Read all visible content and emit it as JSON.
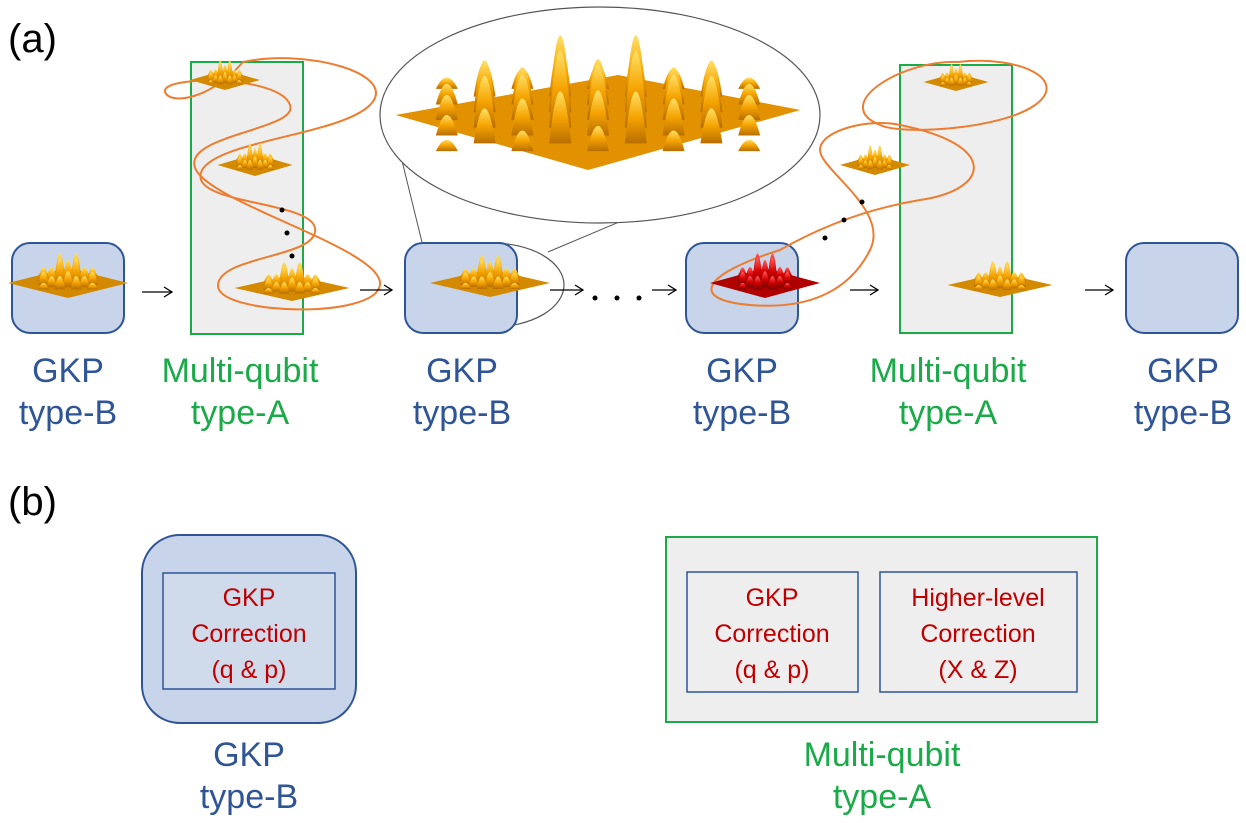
{
  "panel_a": {
    "label": "(a)",
    "nodes": [
      {
        "line1": "GKP",
        "line2": "type-B"
      },
      {
        "line1": "Multi-qubit",
        "line2": "type-A"
      },
      {
        "line1": "GKP",
        "line2": "type-B"
      },
      {
        "line1": "GKP",
        "line2": "type-B"
      },
      {
        "line1": "Multi-qubit",
        "line2": "type-A"
      },
      {
        "line1": "GKP",
        "line2": "type-B"
      }
    ]
  },
  "panel_b": {
    "label": "(b)",
    "type_b": {
      "name_line1": "GKP",
      "name_line2": "type-B",
      "correction": {
        "line1": "GKP",
        "line2": "Correction",
        "line3": "(q & p)"
      }
    },
    "type_a": {
      "name_line1": "Multi-qubit",
      "name_line2": "type-A",
      "corrections": [
        {
          "line1": "GKP",
          "line2": "Correction",
          "line3": "(q & p)"
        },
        {
          "line1": "Higher-level",
          "line2": "Correction",
          "line3": "(X & Z)"
        }
      ]
    }
  },
  "colors": {
    "type_b_fill": "#c7d4ea",
    "type_b_stroke": "#2f5597",
    "type_a_fill": "#eeeeee",
    "type_a_stroke": "#1aaa4a",
    "entangle_curve": "#ed7d31",
    "peaks_gold": "#f5a300",
    "peaks_error": "#d40000",
    "correction_text": "#c00000"
  }
}
